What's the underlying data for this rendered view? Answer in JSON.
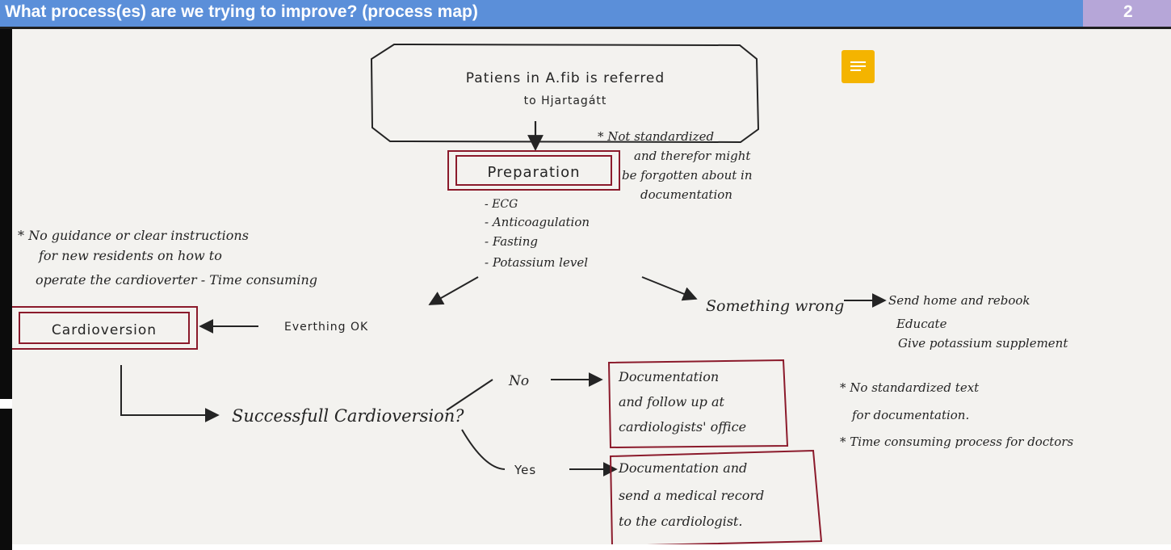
{
  "header": {
    "title": "What process(es) are we trying to improve? (process map)",
    "page_number": "2"
  },
  "diagram": {
    "start": [
      "Patiens in A.fib is referred",
      "to Hjartagátt"
    ],
    "preparation": "Preparation",
    "prep_items": [
      "- ECG",
      "- Anticoagulation",
      "- Fasting",
      "- Potassium level"
    ],
    "note_prep": [
      "* Not standardized",
      "and therefor might",
      "be forgotten about in",
      "documentation"
    ],
    "note_guidance": [
      "* No guidance or clear instructions",
      "for new residents on how to",
      "operate the cardioverter - Time consuming"
    ],
    "cardioversion": "Cardioversion",
    "everything_ok": "Everthing OK",
    "something_wrong": "Something wrong",
    "wrong_actions": [
      "Send home and rebook",
      "Educate",
      "Give potassium supplement"
    ],
    "question": "Successfull Cardioversion?",
    "no": "No",
    "yes": "Yes",
    "no_box": [
      "Documentation",
      "and follow up at",
      "cardiologists' office"
    ],
    "yes_box": [
      "Documentation and",
      "send a medical record",
      "to the cardiologist."
    ],
    "notes_doc": [
      "* No standardized text",
      "for documentation.",
      "* Time consuming process for doctors"
    ]
  },
  "icons": {
    "comment": "comment-icon"
  },
  "colors": {
    "header": "#5b8fd9",
    "page_box": "#b6a6d8",
    "box_outline": "#8b1a2b",
    "comment": "#f4b400"
  }
}
